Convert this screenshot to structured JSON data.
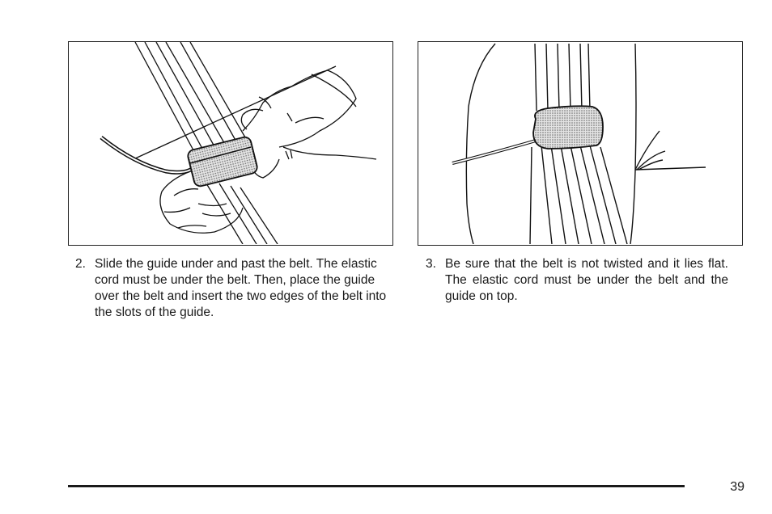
{
  "figures": [
    {
      "name": "belt-guide-step-2-illustration"
    },
    {
      "name": "belt-guide-step-3-illustration"
    }
  ],
  "steps": [
    {
      "number": "2.",
      "text": "Slide the guide under and past the belt. The elastic cord must be under the belt. Then, place the guide over the belt and insert the two edges of the belt into the slots of the guide."
    },
    {
      "number": "3.",
      "text": "Be sure that the belt is not twisted and it lies flat. The elastic cord must be under the belt and the guide on top."
    }
  ],
  "footer": {
    "page_number": "39"
  }
}
